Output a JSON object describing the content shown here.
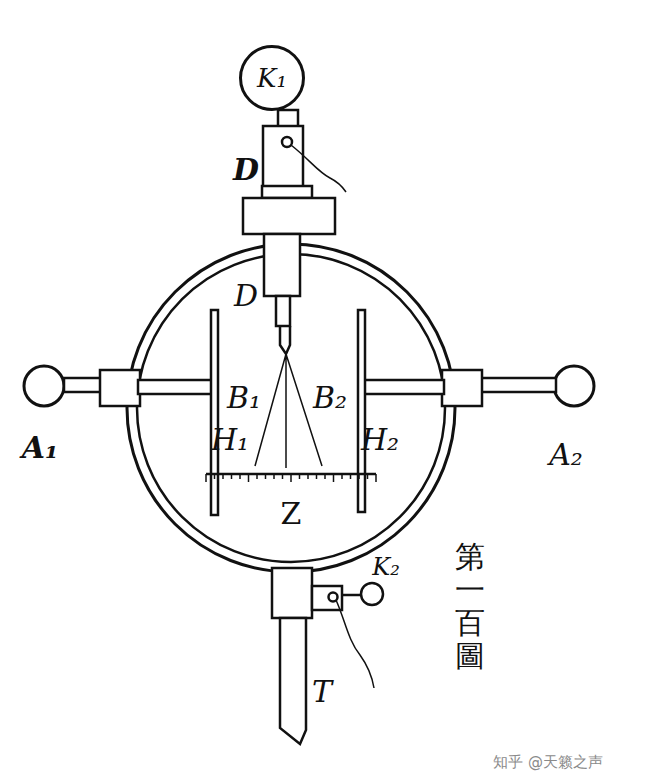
{
  "diagram": {
    "nodes": [
      {
        "text": [
          "K₁"
        ]
      }
    ],
    "labels": [
      "D",
      "D",
      "B₁",
      "B₂",
      "H₁",
      "H₂",
      "A₁",
      "A₂",
      "Z",
      "K₂",
      "T",
      "第一百圖",
      "知乎 @天籁之声"
    ]
  }
}
